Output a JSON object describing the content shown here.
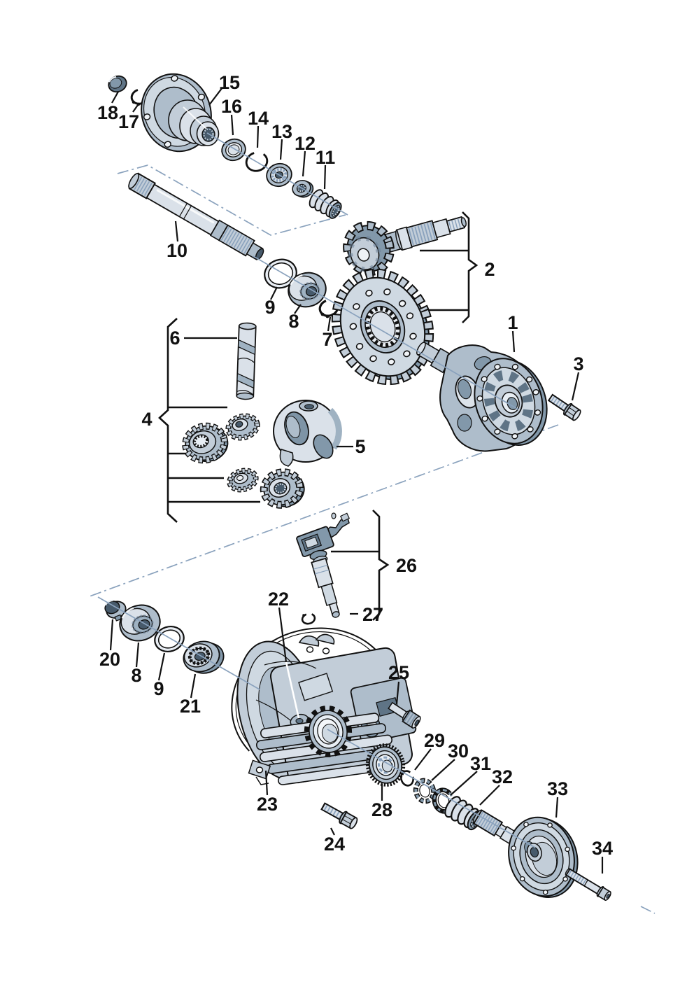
{
  "diagram": {
    "kind": "exploded-parts-diagram",
    "subject": "differential-final-drive-assembly",
    "background": "#ffffff",
    "palette": {
      "outline": "#111111",
      "fill_light": "#dae1e9",
      "fill_midlight": "#c2cdd8",
      "fill_mid": "#aebdcb",
      "fill_steel": "#8298aa",
      "fill_dark": "#5f7486",
      "fill_deep": "#475a6b",
      "construction_line": "#8aa2bd",
      "label_color": "#111111"
    },
    "callouts": [
      {
        "text": "18",
        "part": "dust-cap"
      },
      {
        "text": "17",
        "part": "circlip"
      },
      {
        "text": "15",
        "part": "drive-flange-hub"
      },
      {
        "text": "16",
        "part": "oil-seal"
      },
      {
        "text": "14",
        "part": "snap-ring"
      },
      {
        "text": "13",
        "part": "ball-bearing"
      },
      {
        "text": "12",
        "part": "splined-nut"
      },
      {
        "text": "11",
        "part": "spring-sleeve"
      },
      {
        "text": "10",
        "part": "input-shaft"
      },
      {
        "text": "9",
        "part": "shim-ring"
      },
      {
        "text": "8",
        "part": "tapered-roller-bearing"
      },
      {
        "text": "7",
        "part": "circlip"
      },
      {
        "text": "2",
        "part": "ring-and-pinion-gear-set"
      },
      {
        "text": "1",
        "part": "differential-housing"
      },
      {
        "text": "3",
        "part": "hex-bolt"
      },
      {
        "text": "6",
        "part": "bevel-gear-shaft"
      },
      {
        "text": "4",
        "part": "differential-bevel-gear-set"
      },
      {
        "text": "5",
        "part": "gear-carrier-cage"
      },
      {
        "text": "26",
        "part": "speedometer-sensor"
      },
      {
        "text": "27",
        "part": "seal-ring"
      },
      {
        "text": "22",
        "part": "round-gasket"
      },
      {
        "text": "20",
        "part": "cap"
      },
      {
        "text": "8",
        "part": "tapered-roller-bearing"
      },
      {
        "text": "9",
        "part": "shim-ring"
      },
      {
        "text": "21",
        "part": "threaded-ring"
      },
      {
        "text": "25",
        "part": "plug"
      },
      {
        "text": "23",
        "part": "final-drive-housing-cover"
      },
      {
        "text": "24",
        "part": "hex-bolt"
      },
      {
        "text": "28",
        "part": "oil-seal"
      },
      {
        "text": "29",
        "part": "o-ring"
      },
      {
        "text": "30",
        "part": "lock-washer"
      },
      {
        "text": "31",
        "part": "lock-washer"
      },
      {
        "text": "32",
        "part": "spring-sleeve"
      },
      {
        "text": "33",
        "part": "output-flange"
      },
      {
        "text": "34",
        "part": "flange-bolt"
      }
    ]
  }
}
